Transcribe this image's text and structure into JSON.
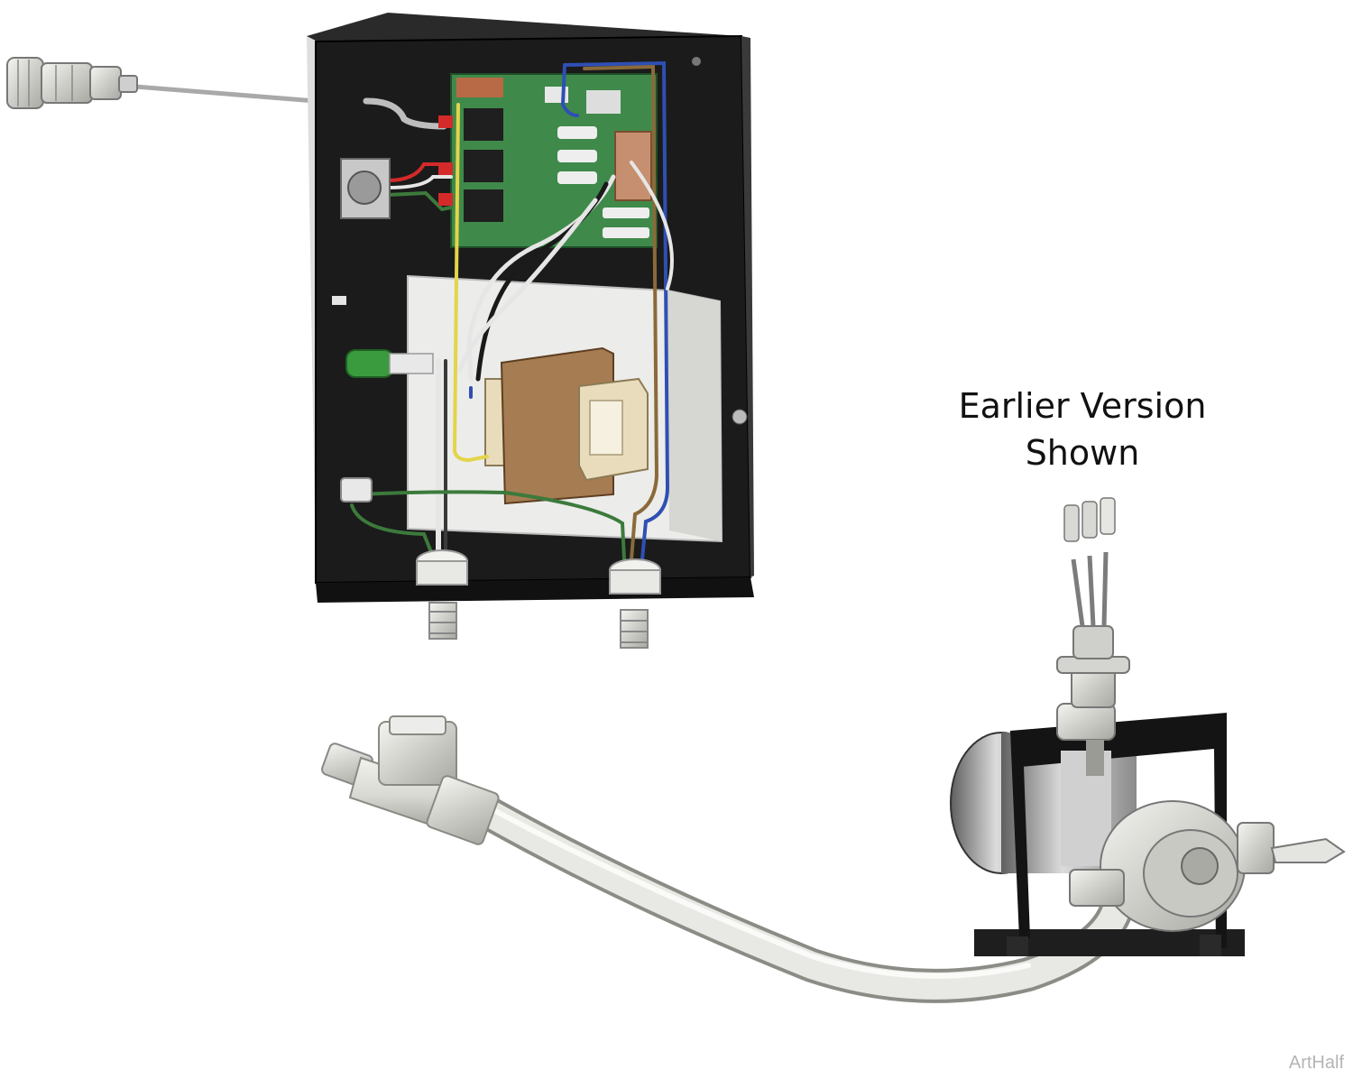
{
  "caption": {
    "line1": "Earlier Version",
    "line2": "Shown"
  },
  "watermark": "ArtHalf",
  "colors": {
    "enclosure": "#1b1b1b",
    "circuit_board": "#3f8a4a",
    "transformer": "#a67c52",
    "wire_blue": "#2f4fb3",
    "wire_yellow": "#e3d44a",
    "wire_green": "#3c7a3c",
    "wire_white": "#e6e6e6",
    "wire_red": "#d42a2a",
    "metal_light": "#dcdcd6"
  }
}
